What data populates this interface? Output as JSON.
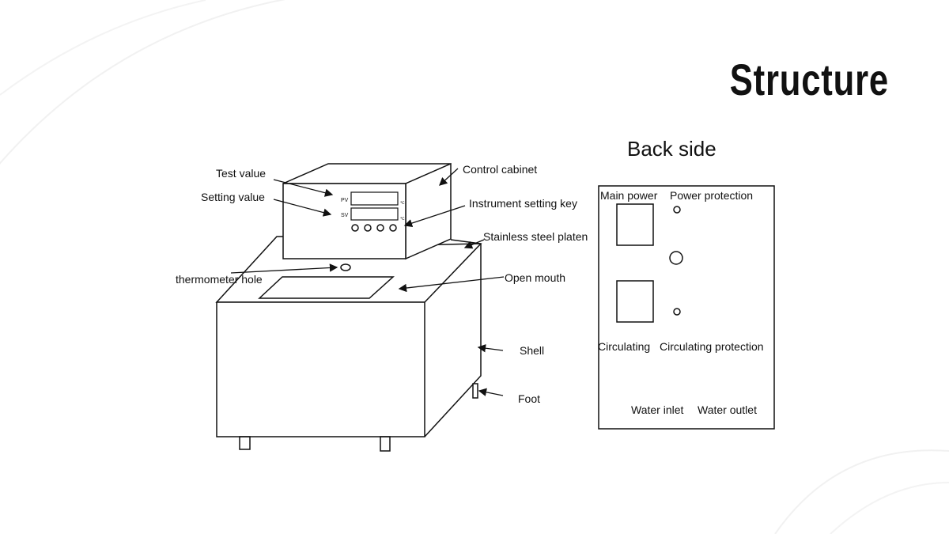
{
  "title": "Structure",
  "front_view": {
    "labels": {
      "test_value": "Test value",
      "setting_value": "Setting value",
      "control_cabinet": "Control cabinet",
      "instrument_setting_key": "Instrument setting key",
      "stainless_steel_platen": "Stainless steel platen",
      "thermometer_hole": "thermometer hole",
      "open_mouth": "Open mouth",
      "shell": "Shell",
      "foot": "Foot"
    },
    "display": {
      "pv": "PV",
      "sv": "SV",
      "unit": "℃"
    }
  },
  "back_view": {
    "heading": "Back side",
    "labels": {
      "main_power": "Main power",
      "power_protection": "Power protection",
      "circulating": "Circulating",
      "circulating_protection": "Circulating protection",
      "water_inlet": "Water inlet",
      "water_outlet": "Water outlet"
    }
  }
}
